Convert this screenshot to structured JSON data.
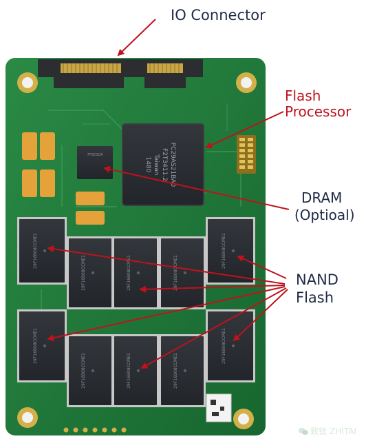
{
  "labels": {
    "io_connector": "IO Connector",
    "flash_processor_line1": "Flash",
    "flash_processor_line2": "Processor",
    "dram_line1": "DRAM",
    "dram_line2": "(Optioal)",
    "nand_line1": "NAND",
    "nand_line2": "Flash"
  },
  "chips": {
    "controller_text": [
      "PC29AS21BA0",
      "F2T3411.2",
      "Taiwan",
      "1480"
    ],
    "dram_text": "7FBESDA",
    "nand_text": [
      "29F16B08CCME1",
      "29F16B08CCME1",
      "29F16B08CCME1",
      "29F16B08CCME1",
      "29F16B08CCME1",
      "29F16B08CCME1",
      "29F16B08CCME1",
      "29F16B08CCME1",
      "29F16B08CCME1",
      "29F16B08CCME1"
    ]
  },
  "watermark": "致钛 ZHITAI",
  "colors": {
    "pcb": "#1f7a3a",
    "pcb_dark": "#155c2a",
    "chip": "#2a2d31",
    "capacitor": "#e6a23a",
    "gold": "#c9a642",
    "arrow": "#c0121c",
    "text_dark": "#1f2a44",
    "text_red": "#c0121c"
  },
  "icons": [
    "wechat-watermark-icon"
  ]
}
